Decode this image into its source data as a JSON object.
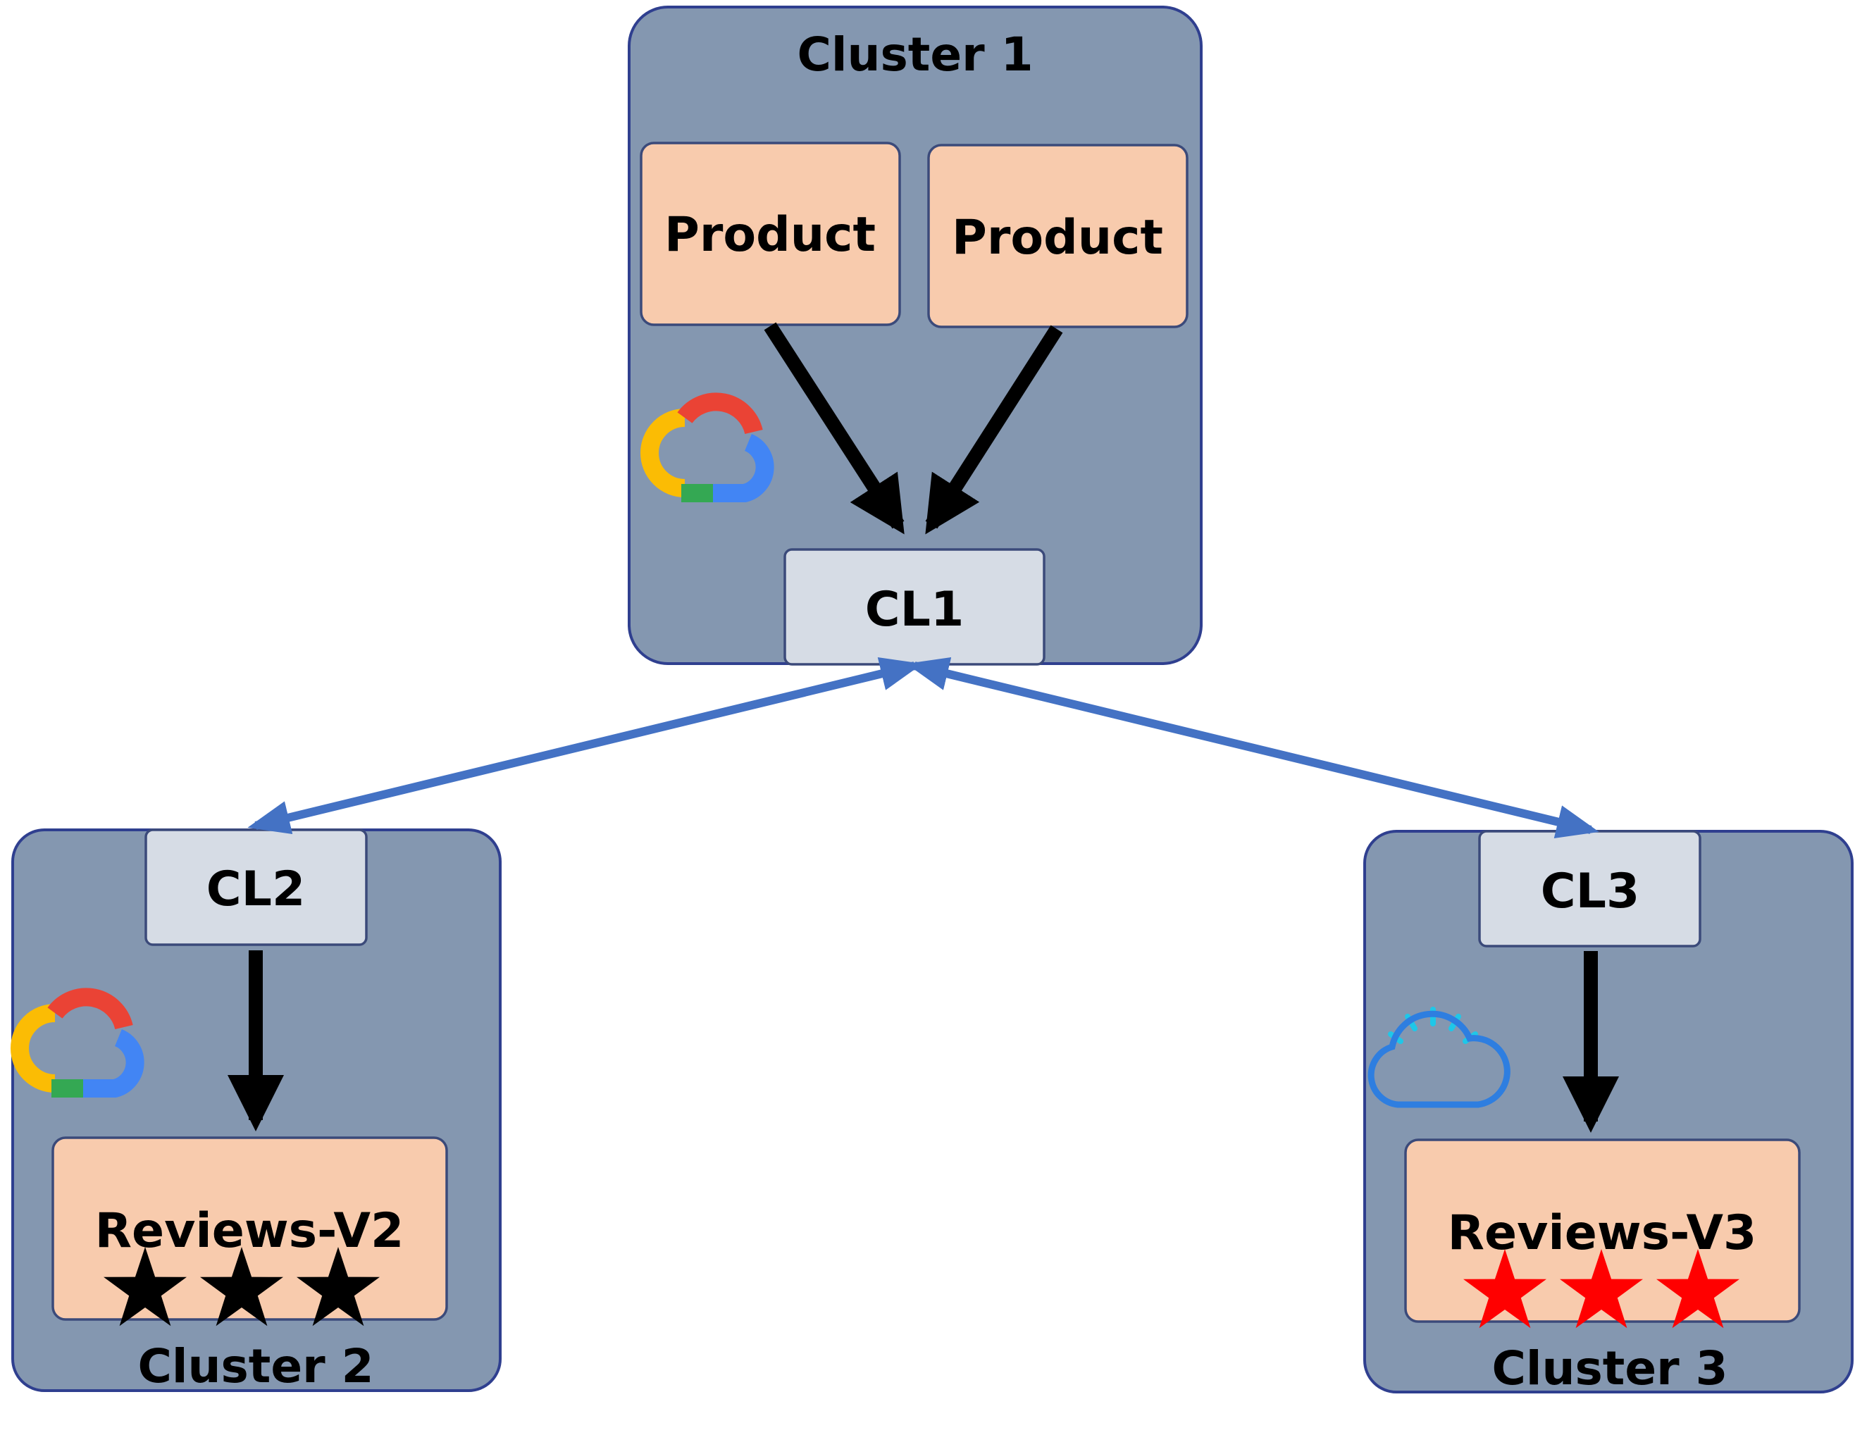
{
  "clusters": {
    "c1": {
      "title": "Cluster 1",
      "cloud": "google-cloud-icon",
      "services": [
        {
          "label": "Product"
        },
        {
          "label": "Product"
        }
      ],
      "gateway": "CL1"
    },
    "c2": {
      "title": "Cluster 2",
      "cloud": "google-cloud-icon",
      "gateway": "CL2",
      "service": {
        "label": "Reviews-V2",
        "stars": 3,
        "star_color": "#000000"
      }
    },
    "c3": {
      "title": "Cluster 3",
      "cloud": "ibm-cloud-icon",
      "gateway": "CL3",
      "service": {
        "label": "Reviews-V3",
        "stars": 3,
        "star_color": "#ff0000"
      }
    }
  },
  "colors": {
    "cluster_fill": "#8497b0",
    "service_fill": "#f8cbad",
    "gateway_fill": "#d6dce5",
    "link": "#4472c4",
    "flow": "#000000"
  }
}
